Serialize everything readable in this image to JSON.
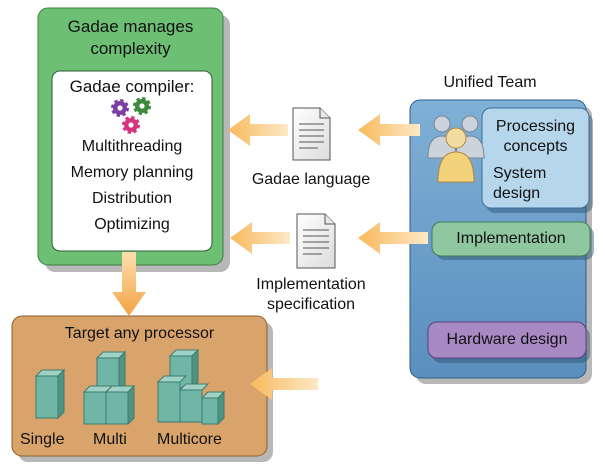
{
  "gadae_box": {
    "title": "Gadae manages\ncomplexity",
    "compiler_title": "Gadae compiler:",
    "icon": "gears-icon",
    "features": [
      "Multithreading",
      "Memory planning",
      "Distribution",
      "Optimizing"
    ]
  },
  "target_box": {
    "title": "Target any processor",
    "processors": [
      "Single",
      "Multi",
      "Multicore"
    ]
  },
  "team": {
    "label": "Unified Team",
    "icon": "people-icon",
    "roles": {
      "processing": "Processing\nconcepts",
      "system_design": "System\ndesign",
      "implementation": "Implementation",
      "hardware": "Hardware design"
    }
  },
  "documents": {
    "gadae_language": "Gadae language",
    "implementation_spec": "Implementation\nspecification"
  },
  "colors": {
    "green_box": "#6dbf73",
    "target_box": "#d9a46b",
    "team_panel": "#6b9fc8",
    "processing_box": "#b6d6ec",
    "implementation_box": "#8fc7a0",
    "hardware_box": "#a889c3",
    "arrow": "#f3a64b",
    "processor_block": "#6fb6a6"
  }
}
